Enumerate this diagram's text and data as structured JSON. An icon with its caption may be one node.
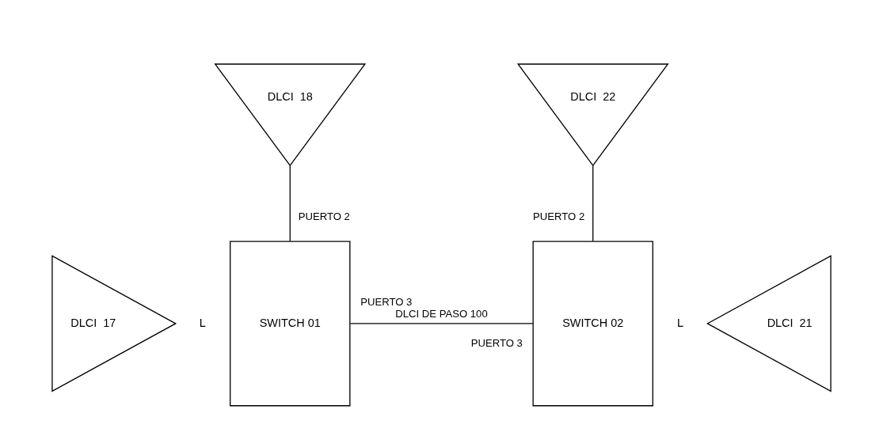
{
  "diagram": {
    "nodes": [
      {
        "text": [
          "DLCI  18"
        ]
      },
      {
        "text": [
          "DLCI  22"
        ]
      },
      {
        "text": [
          "DLCI  17"
        ]
      },
      {
        "text": [
          "SWITCH 01"
        ]
      },
      {
        "text": [
          "SWITCH 02"
        ]
      },
      {
        "text": [
          "DLCI  21"
        ]
      }
    ],
    "edges": [
      {
        "from": 0,
        "to": 3,
        "arrow": "none"
      },
      {
        "from": 1,
        "to": 4,
        "arrow": "none"
      },
      {
        "from": 3,
        "to": 4,
        "arrow": "none",
        "label": "DLCI DE PASO 100"
      }
    ],
    "labels": [
      "PUERTO 2",
      "PUERTO 2",
      "L",
      "PUERTO 3",
      "PUERTO 3",
      "L"
    ]
  }
}
